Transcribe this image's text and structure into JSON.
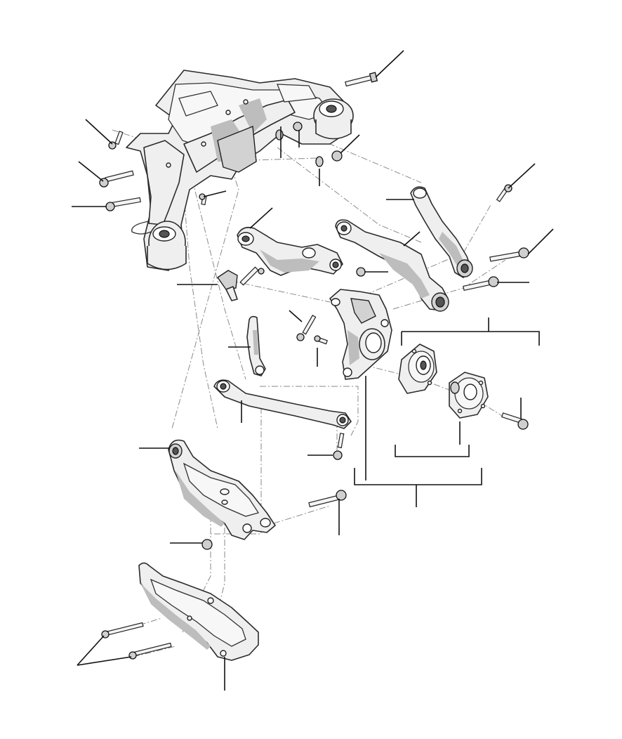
{
  "figure": {
    "labels": [],
    "colors": {
      "line": "#111111",
      "part_fill": "#efefef",
      "part_shade": "#bdbdbd",
      "centerline": "#8a8a8a",
      "background": "#ffffff"
    },
    "components": [
      "rear-subframe",
      "upper-control-arm",
      "trailing-link",
      "toe-link",
      "camber-link",
      "wheel-knuckle",
      "wheel-bearing",
      "wheel-hub",
      "lower-control-arm",
      "lower-arm-cover"
    ]
  }
}
